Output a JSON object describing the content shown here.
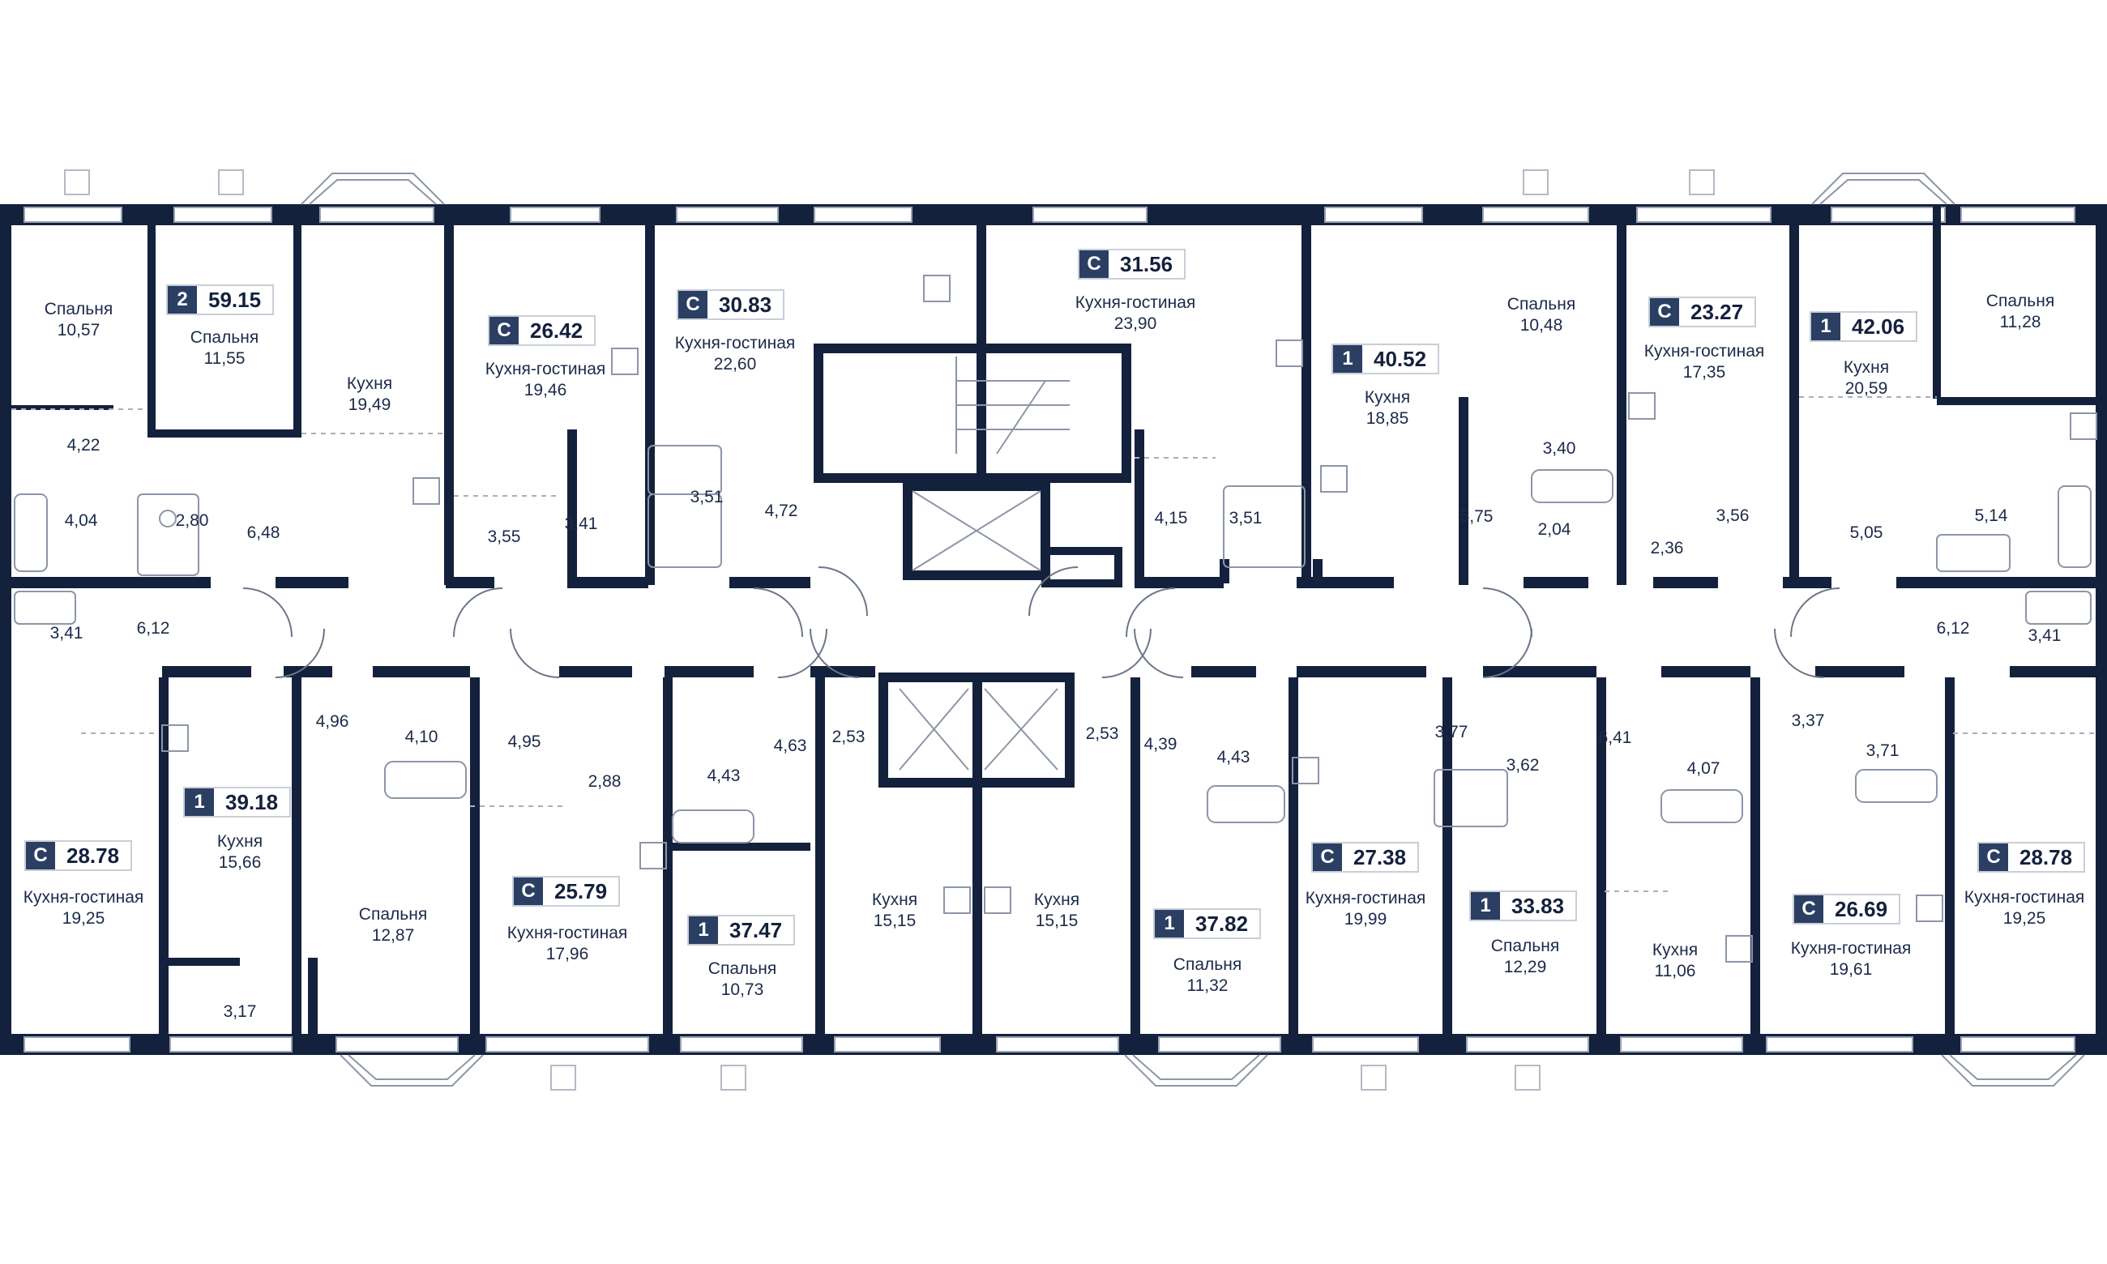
{
  "colors": {
    "wall": "#14213d",
    "line": "#3b4a66",
    "badge_type_bg": "#2b3f63",
    "fixture": "#8c96a8"
  },
  "apartments": [
    {
      "type": "2",
      "area": "59.15"
    },
    {
      "type": "С",
      "area": "26.42"
    },
    {
      "type": "С",
      "area": "30.83"
    },
    {
      "type": "С",
      "area": "31.56"
    },
    {
      "type": "1",
      "area": "40.52"
    },
    {
      "type": "С",
      "area": "23.27"
    },
    {
      "type": "1",
      "area": "42.06"
    },
    {
      "type": "С",
      "area": "28.78"
    },
    {
      "type": "1",
      "area": "39.18"
    },
    {
      "type": "С",
      "area": "25.79"
    },
    {
      "type": "1",
      "area": "37.47"
    },
    {
      "type": "1",
      "area": "37.82"
    },
    {
      "type": "С",
      "area": "27.38"
    },
    {
      "type": "1",
      "area": "33.83"
    },
    {
      "type": "С",
      "area": "26.69"
    },
    {
      "type": "С",
      "area": "28.78"
    }
  ],
  "rooms": [
    {
      "name": "Спальня",
      "area": "10,57"
    },
    {
      "name": "Спальня",
      "area": "11,55"
    },
    {
      "name": "Кухня",
      "area": "19,49"
    },
    {
      "name": "Кухня-гостиная",
      "area": "19,46"
    },
    {
      "name": "Кухня-гостиная",
      "area": "22,60"
    },
    {
      "name": "Кухня-гостиная",
      "area": "23,90"
    },
    {
      "name": "Кухня",
      "area": "18,85"
    },
    {
      "name": "Спальня",
      "area": "10,48"
    },
    {
      "name": "Кухня-гостиная",
      "area": "17,35"
    },
    {
      "name": "Кухня",
      "area": "20,59"
    },
    {
      "name": "Спальня",
      "area": "11,28"
    },
    {
      "name": "Кухня-гостиная",
      "area": "19,25"
    },
    {
      "name": "Кухня",
      "area": "15,66"
    },
    {
      "name": "Спальня",
      "area": "12,87"
    },
    {
      "name": "Кухня-гостиная",
      "area": "17,96"
    },
    {
      "name": "Спальня",
      "area": "10,73"
    },
    {
      "name": "Кухня",
      "area": "15,15"
    },
    {
      "name": "Кухня",
      "area": "15,15"
    },
    {
      "name": "Спальня",
      "area": "11,32"
    },
    {
      "name": "Кухня-гостиная",
      "area": "19,99"
    },
    {
      "name": "Спальня",
      "area": "12,29"
    },
    {
      "name": "Кухня",
      "area": "11,06"
    },
    {
      "name": "Кухня-гостиная",
      "area": "19,61"
    },
    {
      "name": "Кухня-гостиная",
      "area": "19,25"
    }
  ],
  "small_areas": [
    "4,22",
    "4,04",
    "2,80",
    "6,48",
    "3,55",
    "3,41",
    "3,51",
    "4,72",
    "4,15",
    "3,51",
    "5,75",
    "3,40",
    "2,04",
    "2,36",
    "3,56",
    "5,05",
    "5,14",
    "3,41",
    "6,12",
    "3,41",
    "6,12",
    "4,96",
    "4,10",
    "4,95",
    "2,88",
    "4,43",
    "4,63",
    "2,53",
    "2,53",
    "4,39",
    "4,43",
    "3,77",
    "3,62",
    "6,41",
    "4,07",
    "3,37",
    "3,71",
    "3,17"
  ]
}
